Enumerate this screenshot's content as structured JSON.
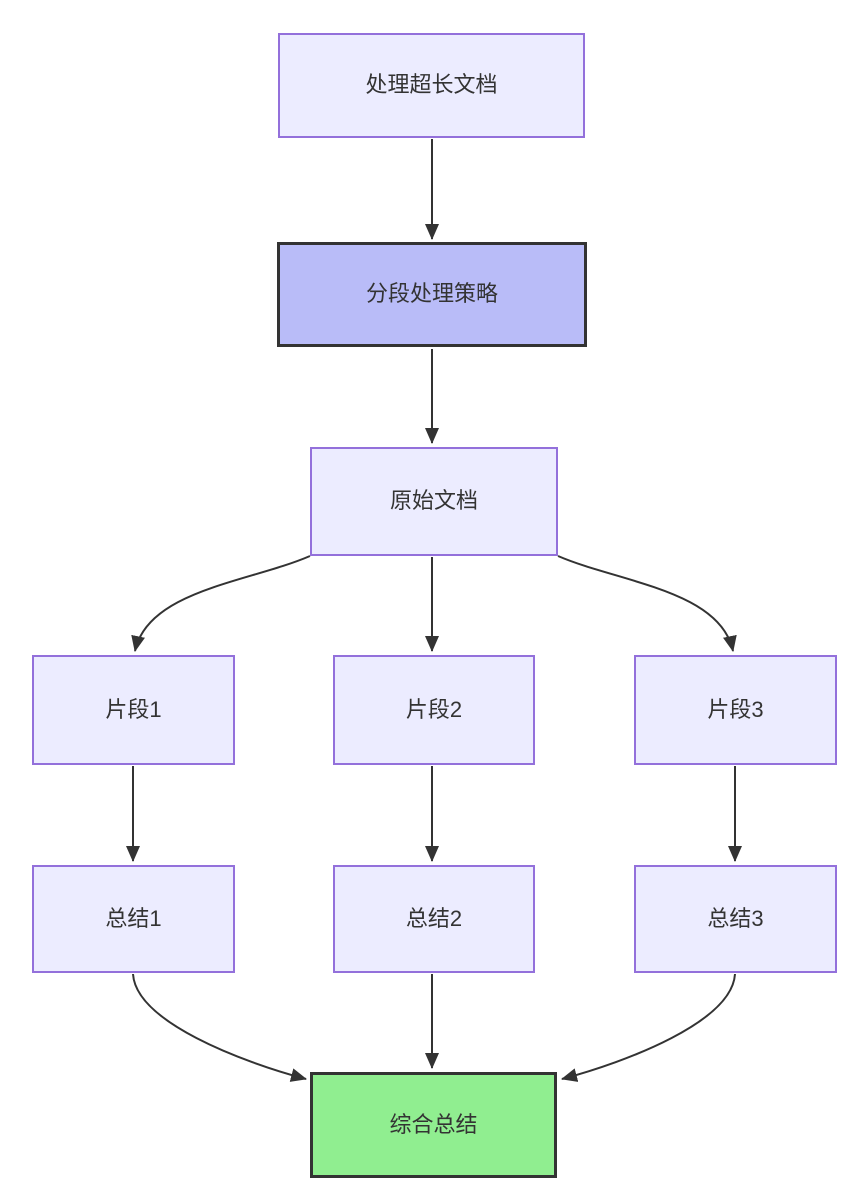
{
  "diagram": {
    "type": "flowchart",
    "direction": "top-down",
    "nodes": [
      {
        "id": "A",
        "label": "处理超长文档",
        "style": "default"
      },
      {
        "id": "B",
        "label": "分段处理策略",
        "style": "highlight"
      },
      {
        "id": "C",
        "label": "原始文档",
        "style": "default"
      },
      {
        "id": "D1",
        "label": "片段1",
        "style": "default"
      },
      {
        "id": "D2",
        "label": "片段2",
        "style": "default"
      },
      {
        "id": "D3",
        "label": "片段3",
        "style": "default"
      },
      {
        "id": "E1",
        "label": "总结1",
        "style": "default"
      },
      {
        "id": "E2",
        "label": "总结2",
        "style": "default"
      },
      {
        "id": "E3",
        "label": "总结3",
        "style": "default"
      },
      {
        "id": "F",
        "label": "综合总结",
        "style": "success"
      }
    ],
    "edges": [
      {
        "from": "A",
        "to": "B"
      },
      {
        "from": "B",
        "to": "C"
      },
      {
        "from": "C",
        "to": "D1"
      },
      {
        "from": "C",
        "to": "D2"
      },
      {
        "from": "C",
        "to": "D3"
      },
      {
        "from": "D1",
        "to": "E1"
      },
      {
        "from": "D2",
        "to": "E2"
      },
      {
        "from": "D3",
        "to": "E3"
      },
      {
        "from": "E1",
        "to": "F"
      },
      {
        "from": "E2",
        "to": "F"
      },
      {
        "from": "E3",
        "to": "F"
      }
    ]
  },
  "colors": {
    "background": "#ffffff",
    "nodeFill": "#ececff",
    "nodeBorder": "#9370db",
    "highlightFill": "#b9bcf8",
    "highlightBorder": "#333333",
    "successFill": "#90ee90",
    "successBorder": "#333333",
    "edgeStroke": "#333333",
    "textColor": "#333333"
  }
}
